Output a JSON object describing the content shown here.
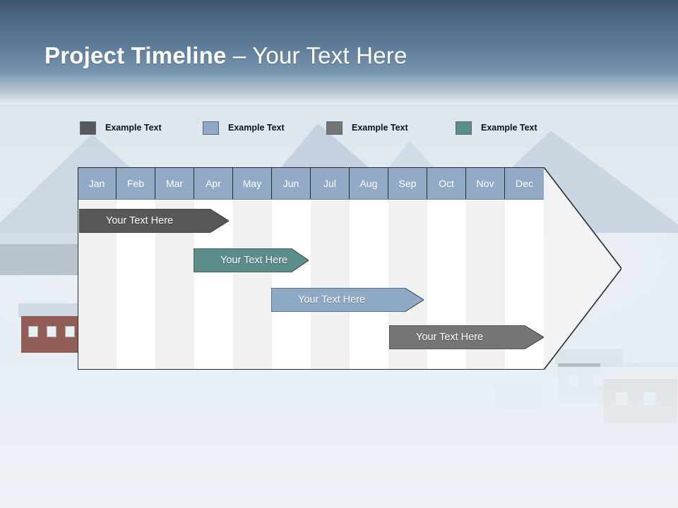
{
  "slide": {
    "title_strong": "Project Timeline",
    "title_light": " – Your Text Here"
  },
  "colors": {
    "banner_top": "#3c566f",
    "banner_bottom": "#e9eef2",
    "header_cell": "#92aac5",
    "dark_gray": "#585858",
    "light_blue": "#8faac7",
    "mid_gray": "#757575",
    "teal": "#5b8d8b",
    "outline": "#2b2b2b",
    "column_shade": "#f1f1f1",
    "column_plain": "#ffffff"
  },
  "legend": {
    "items": [
      {
        "label": "Example Text",
        "color": "#585858",
        "x": 3
      },
      {
        "label": "Example Text",
        "color": "#8faac7",
        "x": 177
      },
      {
        "label": "Example Text",
        "color": "#757575",
        "x": 352
      },
      {
        "label": "Example Text",
        "color": "#5b8d8b",
        "x": 535
      }
    ]
  },
  "timeline": {
    "months": [
      "Jan",
      "Feb",
      "Mar",
      "Apr",
      "May",
      "Jun",
      "Jul",
      "Aug",
      "Sep",
      "Oct",
      "Nov",
      "Dec"
    ],
    "bars": [
      {
        "label": "Your  Text Here",
        "color": "#585858",
        "left": 2,
        "top": 59,
        "body": 185,
        "tip": 27
      },
      {
        "label": "Your  Text Here",
        "color": "#5b8d8b",
        "left": 164,
        "top": 115,
        "body": 138,
        "tip": 25
      },
      {
        "label": "Your  Text Here",
        "color": "#8faac7",
        "left": 274,
        "top": 171,
        "body": 189,
        "tip": 27
      },
      {
        "label": "Your  Text Here",
        "color": "#757575",
        "left": 441,
        "top": 224,
        "body": 191,
        "tip": 28
      }
    ]
  },
  "chart_data": {
    "type": "bar",
    "title": "Project Timeline – Your Text Here",
    "xlabel": "",
    "ylabel": "",
    "categories": [
      "Jan",
      "Feb",
      "Mar",
      "Apr",
      "May",
      "Jun",
      "Jul",
      "Aug",
      "Sep",
      "Oct",
      "Nov",
      "Dec"
    ],
    "series": [
      {
        "name": "Example Text",
        "color": "#585858",
        "start_month": "Jan",
        "end_month": "Apr",
        "label": "Your  Text Here"
      },
      {
        "name": "Example Text",
        "color": "#5b8d8b",
        "start_month": "Apr",
        "end_month": "Jun",
        "label": "Your  Text Here"
      },
      {
        "name": "Example Text",
        "color": "#8faac7",
        "start_month": "Jun",
        "end_month": "Sep",
        "label": "Your  Text Here"
      },
      {
        "name": "Example Text",
        "color": "#757575",
        "start_month": "Sep",
        "end_month": "Dec",
        "label": "Your  Text Here"
      }
    ],
    "legend": [
      "Example Text",
      "Example Text",
      "Example Text",
      "Example Text"
    ],
    "legend_position": "top",
    "grid": true
  }
}
